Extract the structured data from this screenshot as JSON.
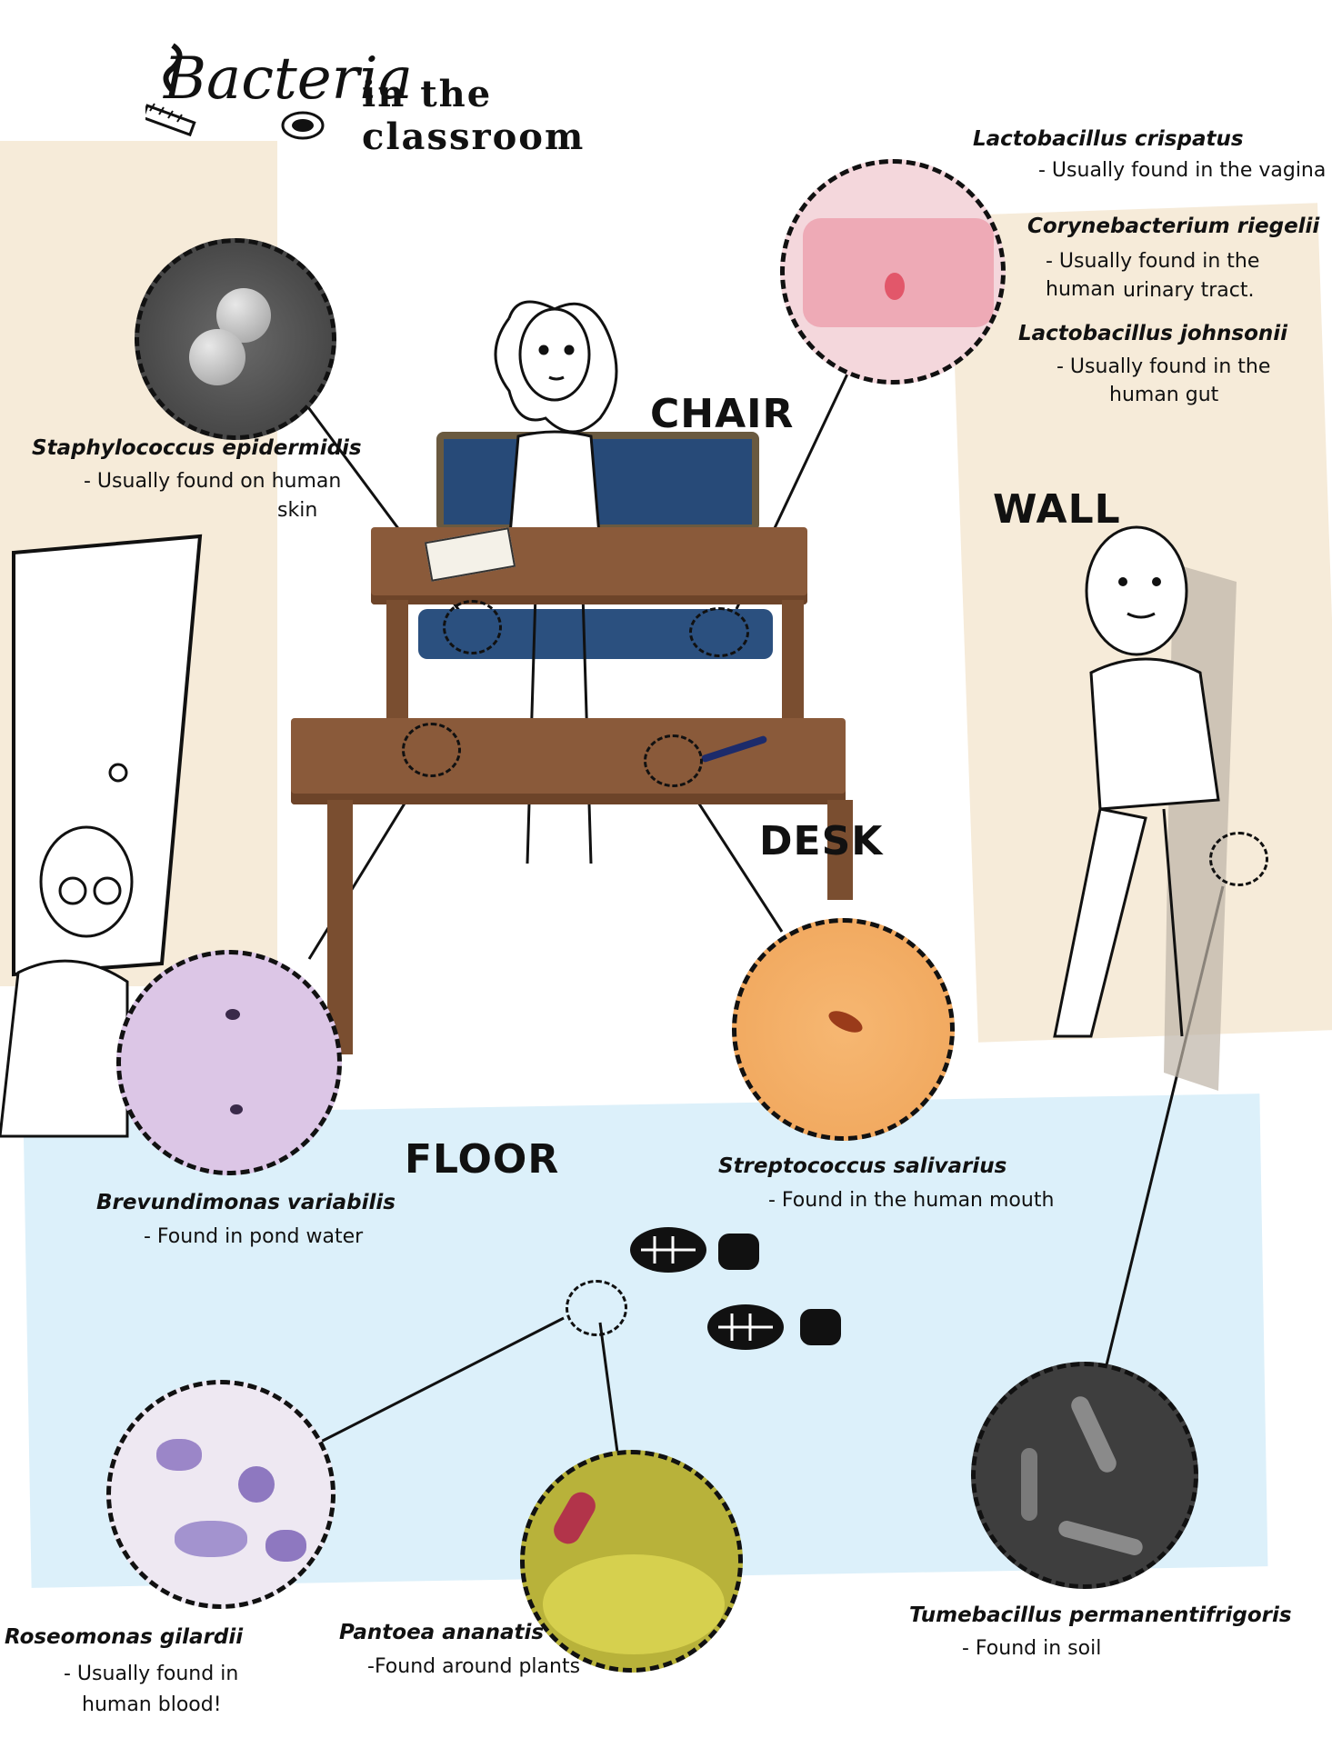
{
  "header": {
    "title_script": "Bacteria",
    "title_rest": "in the classroom"
  },
  "zones": {
    "chair": "CHAIR",
    "desk": "DESK",
    "wall": "WALL",
    "floor": "FLOOR"
  },
  "species": {
    "lactobacillus_crispatus": {
      "name": "Lactobacillus crispatus",
      "desc": "- Usually found in the vagina"
    },
    "corynebacterium_riegelii": {
      "name": "Corynebacterium riegelii",
      "desc1": "- Usually found in the human",
      "desc2": "urinary tract."
    },
    "lactobacillus_johnsonii": {
      "name": "Lactobacillus johnsonii",
      "desc1": "- Usually found in the",
      "desc2": "human gut"
    },
    "staphylococcus_epidermidis": {
      "name": "Staphylococcus epidermidis",
      "desc1": "- Usually found on human",
      "desc2": "skin"
    },
    "brevundimonas_variabilis": {
      "name": "Brevundimonas variabilis",
      "desc": "- Found in pond water"
    },
    "streptococcus_salivarius": {
      "name": "Streptococcus salivarius",
      "desc": "- Found in the human mouth"
    },
    "roseomonas_gilardii": {
      "name": "Roseomonas gilardii",
      "desc1": "- Usually found in",
      "desc2": "human blood!"
    },
    "pantoea_ananatis": {
      "name": "Pantoea ananatis",
      "desc": "-Found  around plants"
    },
    "tumebacillus_permanentifrigoris": {
      "name": "Tumebacillus permanentifrigoris",
      "desc": "- Found in soil"
    }
  },
  "colors": {
    "beige_panel": "#f6ebd9",
    "blue_floor": "#dcf0fa",
    "wood": "#8a5a3a",
    "chair_blue": "#274a78"
  }
}
